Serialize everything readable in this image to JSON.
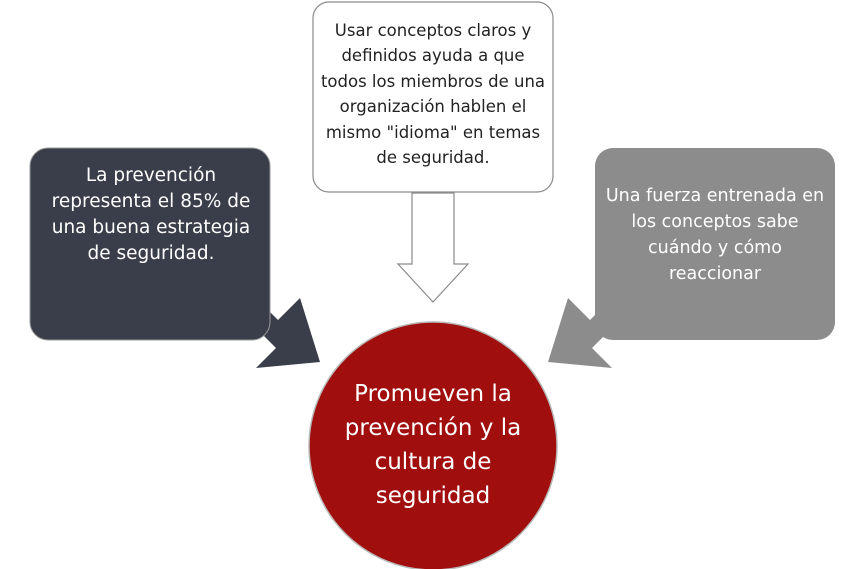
{
  "boxes": {
    "left": {
      "text": "La prevención representa el 85% de una buena estrategia de seguridad.",
      "color": "#3a3d4a"
    },
    "top": {
      "text": "Usar conceptos claros y definidos ayuda a que todos los miembros de una organización hablen el mismo \"idioma\" en temas de seguridad.",
      "color": "#ffffff"
    },
    "right": {
      "text": "Una fuerza entrenada en los conceptos sabe cuándo y cómo reaccionar",
      "color": "#8c8c8c"
    }
  },
  "center": {
    "text": "Promueven la prevención y la cultura de seguridad",
    "color": "#a10e0e"
  }
}
